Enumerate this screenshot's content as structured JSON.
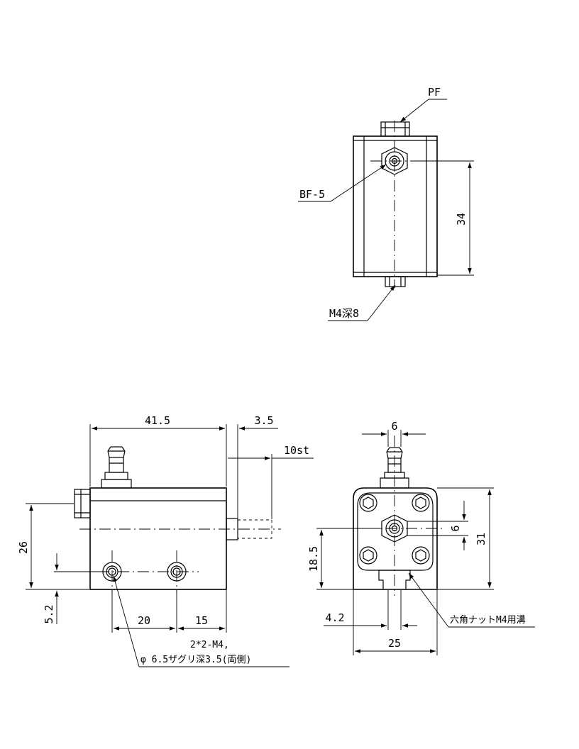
{
  "top_view": {
    "label_pf": "PF",
    "label_bf": "BF-5",
    "label_m4": "M4深8",
    "dim_34": "34"
  },
  "side_view": {
    "dim_415": "41.5",
    "dim_35": "3.5",
    "dim_10st": "10st",
    "dim_26": "26",
    "dim_52": "5.2",
    "dim_20": "20",
    "dim_15": "15",
    "note_line1": "2*2-M4,",
    "note_line2": "φ 6.5ザグリ深3.5(両側)"
  },
  "end_view": {
    "dim_6_top": "6",
    "dim_6_right": "6",
    "dim_31": "31",
    "dim_185": "18.5",
    "dim_42": "4.2",
    "dim_25": "25",
    "label_nut": "六角ナットM4用溝"
  }
}
